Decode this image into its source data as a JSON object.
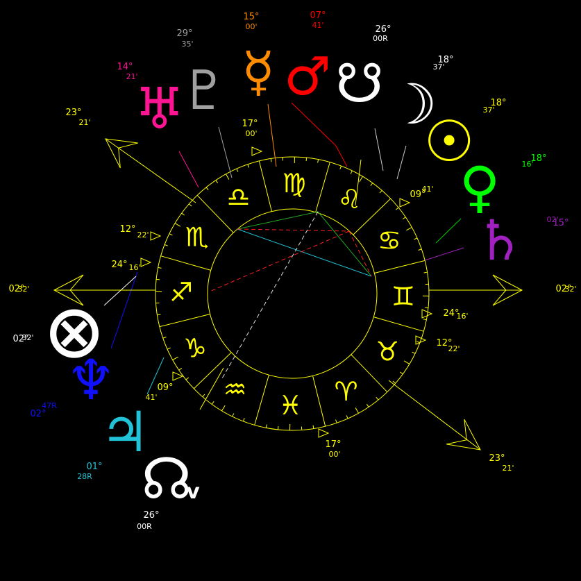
{
  "colors": {
    "background": "#000000",
    "wheel": "#ffff00",
    "sun": "#ffff00",
    "moon": "#ffffff",
    "mercury": "#ff8c00",
    "venus": "#00ff00",
    "mars": "#ff0000",
    "jupiter": "#22c3d6",
    "saturn": "#a020c0",
    "uranus": "#ff1493",
    "neptune": "#1010ff",
    "pluto": "#a0a0a0",
    "node": "#ffffff",
    "fortune": "#ffffff",
    "angle_text": "#ffffff"
  },
  "signs": [
    {
      "name": "gemini",
      "glyph": "♊"
    },
    {
      "name": "cancer",
      "glyph": "♋"
    },
    {
      "name": "leo",
      "glyph": "♌"
    },
    {
      "name": "virgo",
      "glyph": "♍"
    },
    {
      "name": "libra",
      "glyph": "♎"
    },
    {
      "name": "scorpio",
      "glyph": "♏"
    },
    {
      "name": "sagittarius",
      "glyph": "♐"
    },
    {
      "name": "capricorn",
      "glyph": "♑"
    },
    {
      "name": "aquarius",
      "glyph": "♒"
    },
    {
      "name": "pisces",
      "glyph": "♓"
    },
    {
      "name": "aries",
      "glyph": "♈"
    },
    {
      "name": "taurus",
      "glyph": "♉"
    }
  ],
  "planets": [
    {
      "name": "uranus",
      "glyph": "♅",
      "deg": "14°",
      "min": "21'"
    },
    {
      "name": "pluto",
      "glyph": "♇",
      "deg": "29°",
      "min": "35'"
    },
    {
      "name": "mercury",
      "glyph": "☿",
      "deg": "15°",
      "min": "00'"
    },
    {
      "name": "mars",
      "glyph": "♂",
      "deg": "07°",
      "min": "41'"
    },
    {
      "name": "south-node",
      "glyph": "☋",
      "deg": "26°",
      "min": "00R"
    },
    {
      "name": "moon",
      "glyph": "☽",
      "deg": "18°",
      "min": "37'"
    },
    {
      "name": "sun",
      "glyph": "☉",
      "deg": "18°",
      "min": "37'"
    },
    {
      "name": "venus",
      "glyph": "♀",
      "deg": "18°",
      "min": "16'"
    },
    {
      "name": "saturn",
      "glyph": "♄",
      "deg": "15°",
      "min": "02'"
    },
    {
      "name": "fortune",
      "glyph": "⨂",
      "deg": "02°",
      "min": "32'"
    },
    {
      "name": "neptune",
      "glyph": "♆",
      "deg": "02°",
      "min": "47R"
    },
    {
      "name": "jupiter",
      "glyph": "♃",
      "deg": "01°",
      "min": "28R"
    },
    {
      "name": "north-node",
      "glyph": "☊",
      "glyph_suffix": "v",
      "deg": "26°",
      "min": "00R"
    }
  ],
  "angles": [
    {
      "name": "asc",
      "deg": "02°",
      "min": "32'"
    },
    {
      "name": "dsc",
      "deg": "02°",
      "min": "32'"
    },
    {
      "name": "mc",
      "deg": "23°",
      "min": "21'"
    },
    {
      "name": "ic",
      "deg": "23°",
      "min": "21'"
    }
  ],
  "cusps": [
    {
      "name": "cusp-top",
      "deg": "17°",
      "min": "00'"
    },
    {
      "name": "cusp-bottom",
      "deg": "17°",
      "min": "00'"
    },
    {
      "name": "cusp-upper-right",
      "deg": "09°",
      "min": "41'"
    },
    {
      "name": "cusp-lower-left",
      "deg": "09°",
      "min": "41'"
    },
    {
      "name": "cusp-left-upper",
      "deg": "12°",
      "min": "22'"
    },
    {
      "name": "cusp-right-lower",
      "deg": "12°",
      "min": "22'"
    },
    {
      "name": "cusp-left-mid",
      "deg": "24°",
      "min": "16'"
    },
    {
      "name": "cusp-right-mid",
      "deg": "24°",
      "min": "16'"
    }
  ],
  "aspects": [
    {
      "name": "aspect-green-1",
      "color": "#22aa22",
      "dash": false
    },
    {
      "name": "aspect-green-2",
      "color": "#22aa22",
      "dash": false
    },
    {
      "name": "aspect-cyan",
      "color": "#22c3d6",
      "dash": false
    },
    {
      "name": "aspect-red-1",
      "color": "#ff2020",
      "dash": true
    },
    {
      "name": "aspect-red-2",
      "color": "#ff2020",
      "dash": true
    },
    {
      "name": "aspect-red-3",
      "color": "#ff2020",
      "dash": true
    },
    {
      "name": "aspect-white",
      "color": "#dddddd",
      "dash": true
    }
  ]
}
